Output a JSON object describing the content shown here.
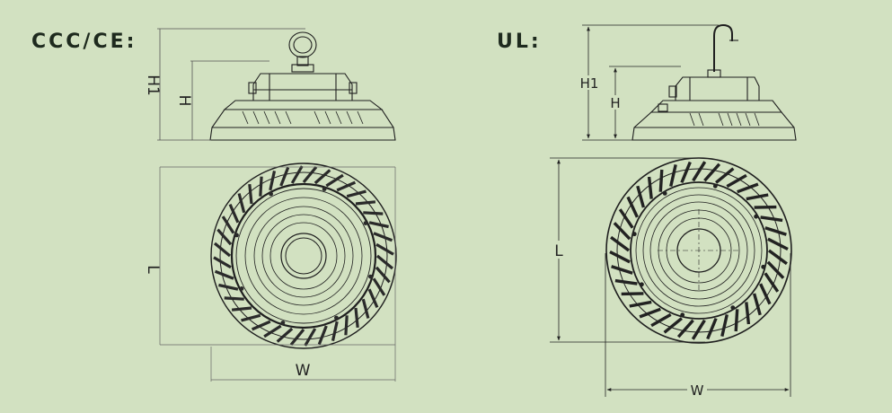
{
  "left": {
    "certification": "CCC/CE:",
    "dims": {
      "h1": "H1",
      "h": "H",
      "l": "L",
      "w": "W"
    }
  },
  "right": {
    "certification": "UL:",
    "dims": {
      "h1": "H1",
      "h": "H",
      "l": "L",
      "w": "W"
    }
  },
  "colors": {
    "background": "#d2e1c1",
    "line": "#1f1f1f",
    "text": "#1e2a1e"
  }
}
